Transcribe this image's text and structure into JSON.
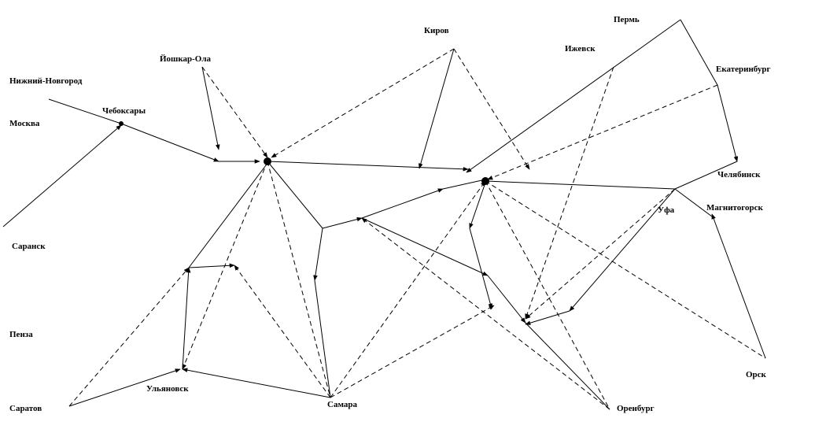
{
  "diagram": {
    "labels": {
      "moscow": "Москва",
      "nizhny": "Нижний-Новгород",
      "cheboksary": "Чебоксары",
      "yoshkar": "Йошкар-Ола",
      "kirov": "Киров",
      "perm": "Пермь",
      "izhevsk": "Ижевск",
      "ekaterinburg": "Екатеринбург",
      "chelyabinsk": "Челябинск",
      "ufa": "Уфа",
      "magnitogorsk": "Магнитогорск",
      "saransk": "Саранск",
      "penza": "Пенза",
      "saratov": "Саратов",
      "ulyanovsk": "Ульяновск",
      "samara": "Самара",
      "orenburg": "Оренбург",
      "orsk": "Орск"
    }
  }
}
